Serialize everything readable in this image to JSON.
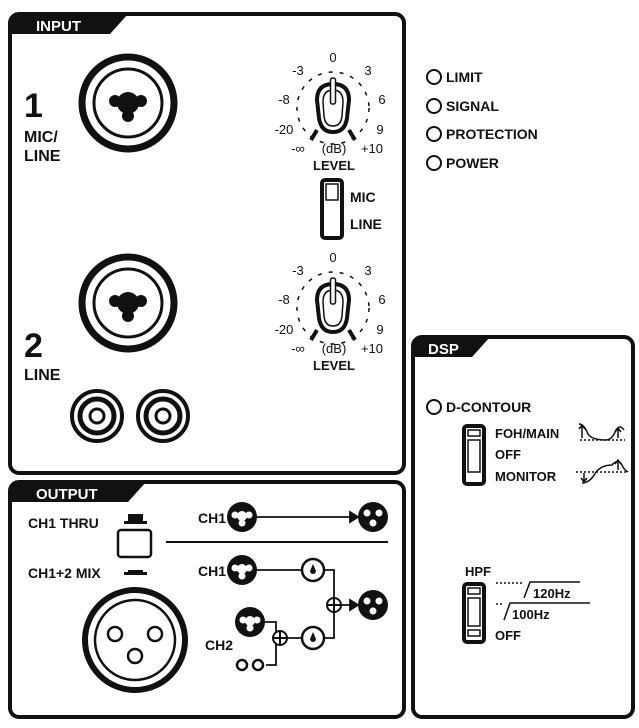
{
  "input": {
    "title": "INPUT",
    "ch1": {
      "number": "1",
      "label1": "MIC/",
      "label2": "LINE"
    },
    "ch2": {
      "number": "2",
      "label1": "LINE"
    },
    "knob_scale": {
      "zero": "0",
      "m3": "-3",
      "p3": "3",
      "m8": "-8",
      "p6": "6",
      "m20": "-20",
      "p9": "9",
      "minf": "-∞",
      "db": "(dB)",
      "p10": "+10",
      "name": "LEVEL"
    },
    "switch": {
      "mic": "MIC",
      "line": "LINE"
    }
  },
  "indicators": [
    {
      "label": "LIMIT"
    },
    {
      "label": "SIGNAL"
    },
    {
      "label": "PROTECTION"
    },
    {
      "label": "POWER"
    }
  ],
  "dsp": {
    "title": "DSP",
    "d_contour": "D-CONTOUR",
    "contour_options": [
      "FOH/MAIN",
      "OFF",
      "MONITOR"
    ],
    "hpf": "HPF",
    "hpf_options": [
      "120Hz",
      "100Hz",
      "OFF"
    ]
  },
  "output": {
    "title": "OUTPUT",
    "thru": "CH1 THRU",
    "mix": "CH1+2 MIX",
    "ch1": "CH1",
    "ch2": "CH2"
  }
}
